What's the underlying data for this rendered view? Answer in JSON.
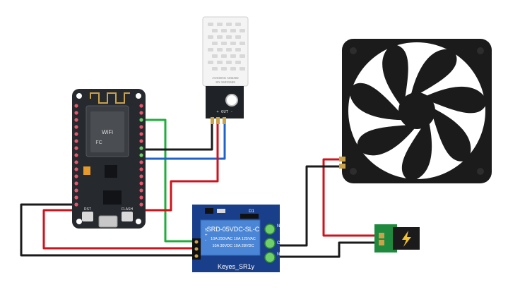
{
  "colors": {
    "wire_red": "#d0121b",
    "wire_black": "#1a1a1a",
    "wire_green": "#1fae3a",
    "wire_blue": "#1f63c8",
    "pcb_dark": "#26292e",
    "pcb_relay": "#1a3f8a",
    "pin_pink": "#e8566b",
    "pin_green": "#6fd06b",
    "sensor_white": "#f4f4f4",
    "power_pcb": "#1f8a3e"
  },
  "nodemcu": {
    "module_text": [
      "WiFi",
      "FC"
    ],
    "button_rst": "RST",
    "button_flash": "FLASH"
  },
  "sensor": {
    "chip_line1": "AOSONG AM2302",
    "chip_line2": "SN 15031559",
    "pin_labels": "+  OUT  -"
  },
  "relay": {
    "top_label": "D1",
    "relay_model": "SRD-05VDC-SL-C",
    "ratings": [
      "10A 250VAC  10A 125VAC",
      "10A  30VDC  10A  28VDC"
    ],
    "left_pins": [
      "S",
      "+",
      "-"
    ],
    "right_labels": [
      "NC",
      "C",
      "NO"
    ],
    "board_name": "Keyes_SR1y"
  },
  "fan": {
    "icon": "fan-icon"
  },
  "power": {
    "icon": "lightning-icon"
  }
}
